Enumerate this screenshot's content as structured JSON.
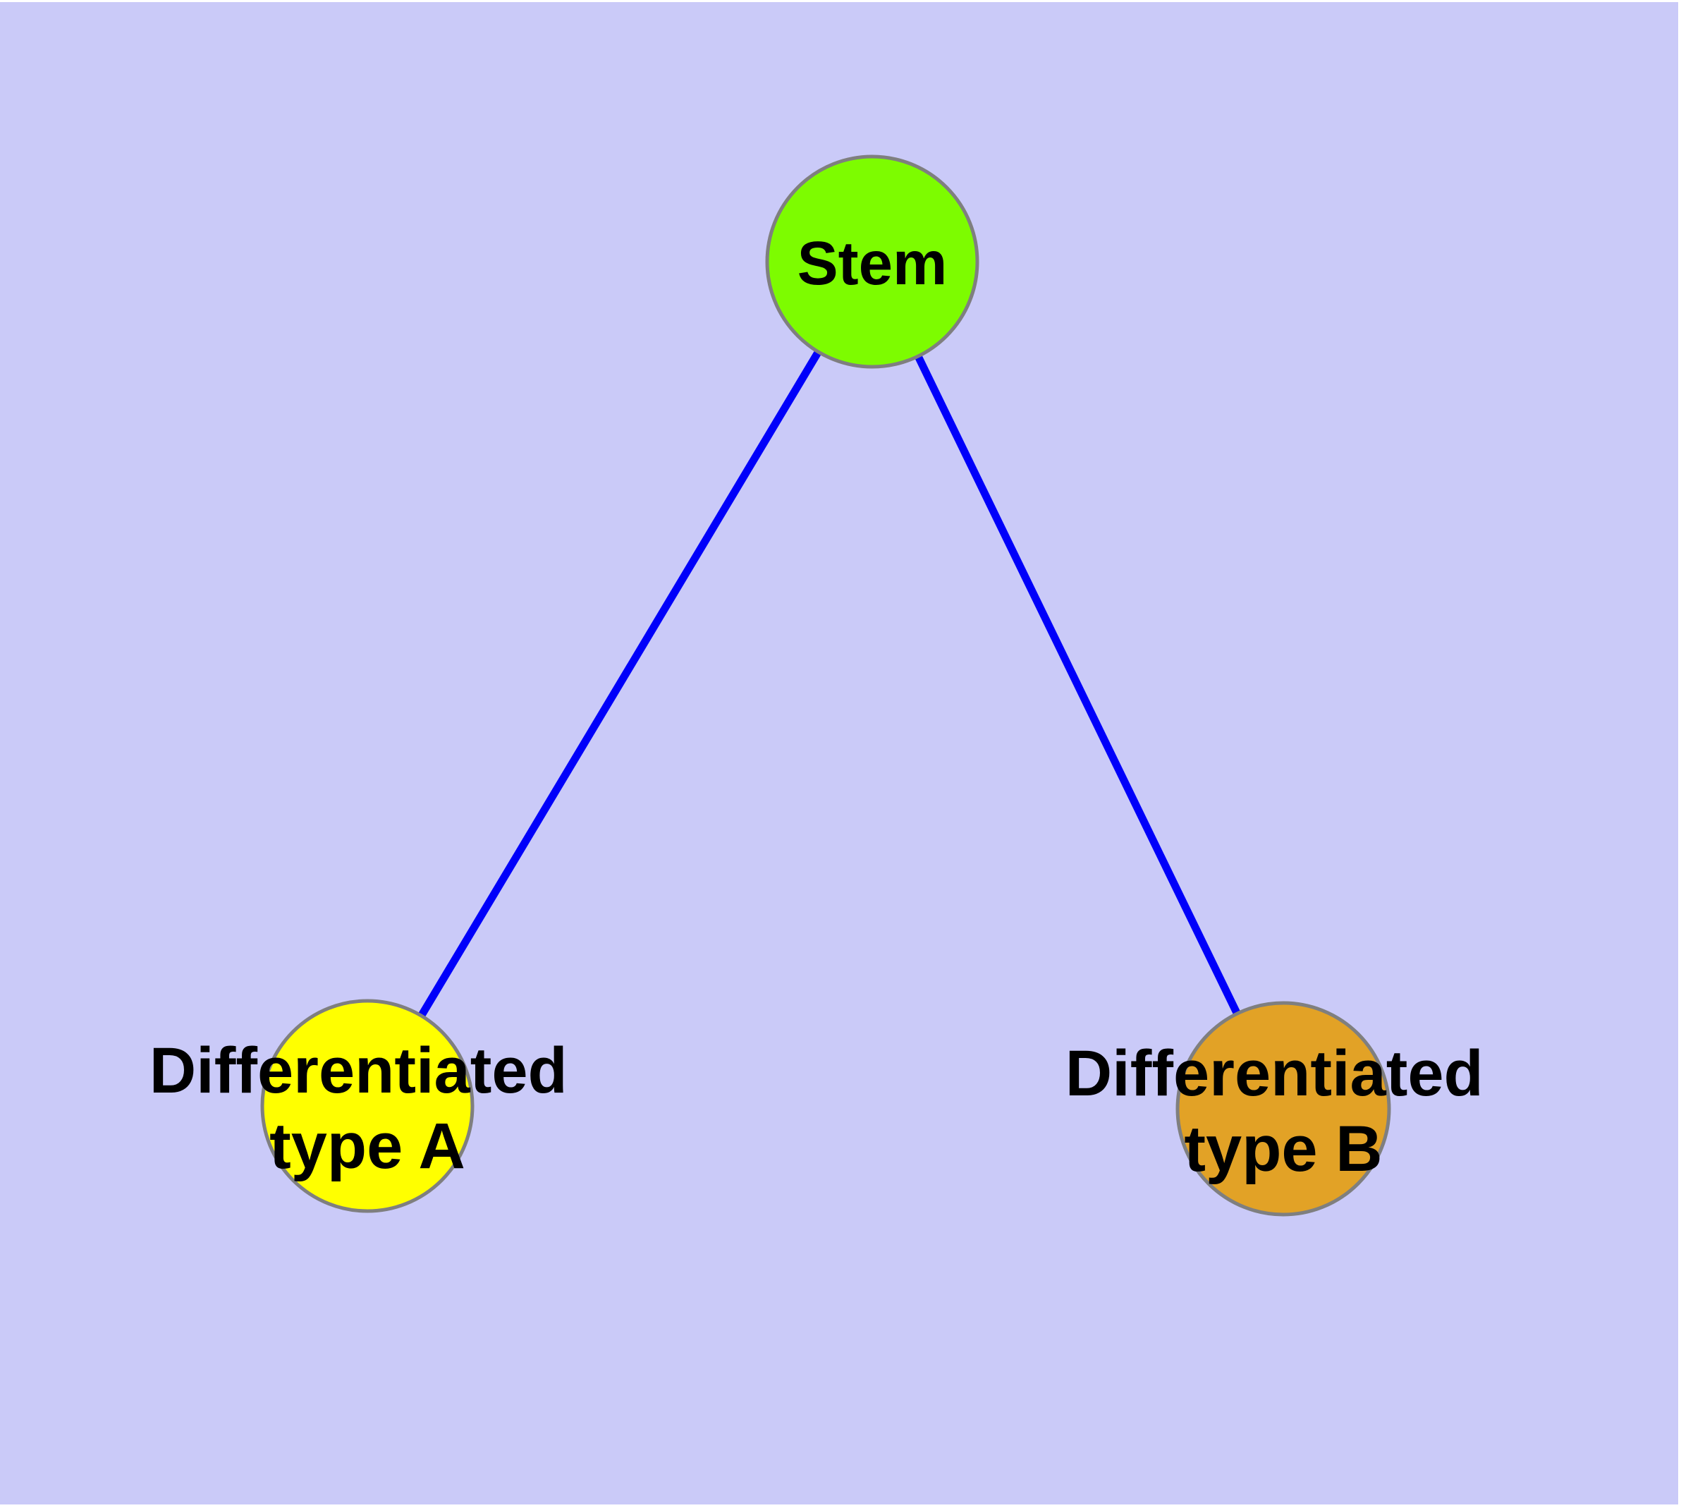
{
  "diagram": {
    "page_background_color": "#ffffff",
    "plot_background_color": "#cacaf8",
    "edge_color": "#0000fa",
    "node_border_color": "#7f7f7f",
    "label_color": "#000000",
    "nodes": [
      {
        "id": "stem",
        "label": "Stem",
        "fill": "#7dfc00"
      },
      {
        "id": "differentiated-type-a",
        "label": "Differentiated type A",
        "label_line1": "Differentiated",
        "label_line2": "type A",
        "fill": "#ffff00"
      },
      {
        "id": "differentiated-type-b",
        "label": "Differentiated type B",
        "label_line1": "Differentiated",
        "label_line2": "type B",
        "fill": "#e2a226"
      }
    ],
    "edges": [
      {
        "from": "stem",
        "to": "differentiated-type-a"
      },
      {
        "from": "stem",
        "to": "differentiated-type-b"
      }
    ]
  }
}
